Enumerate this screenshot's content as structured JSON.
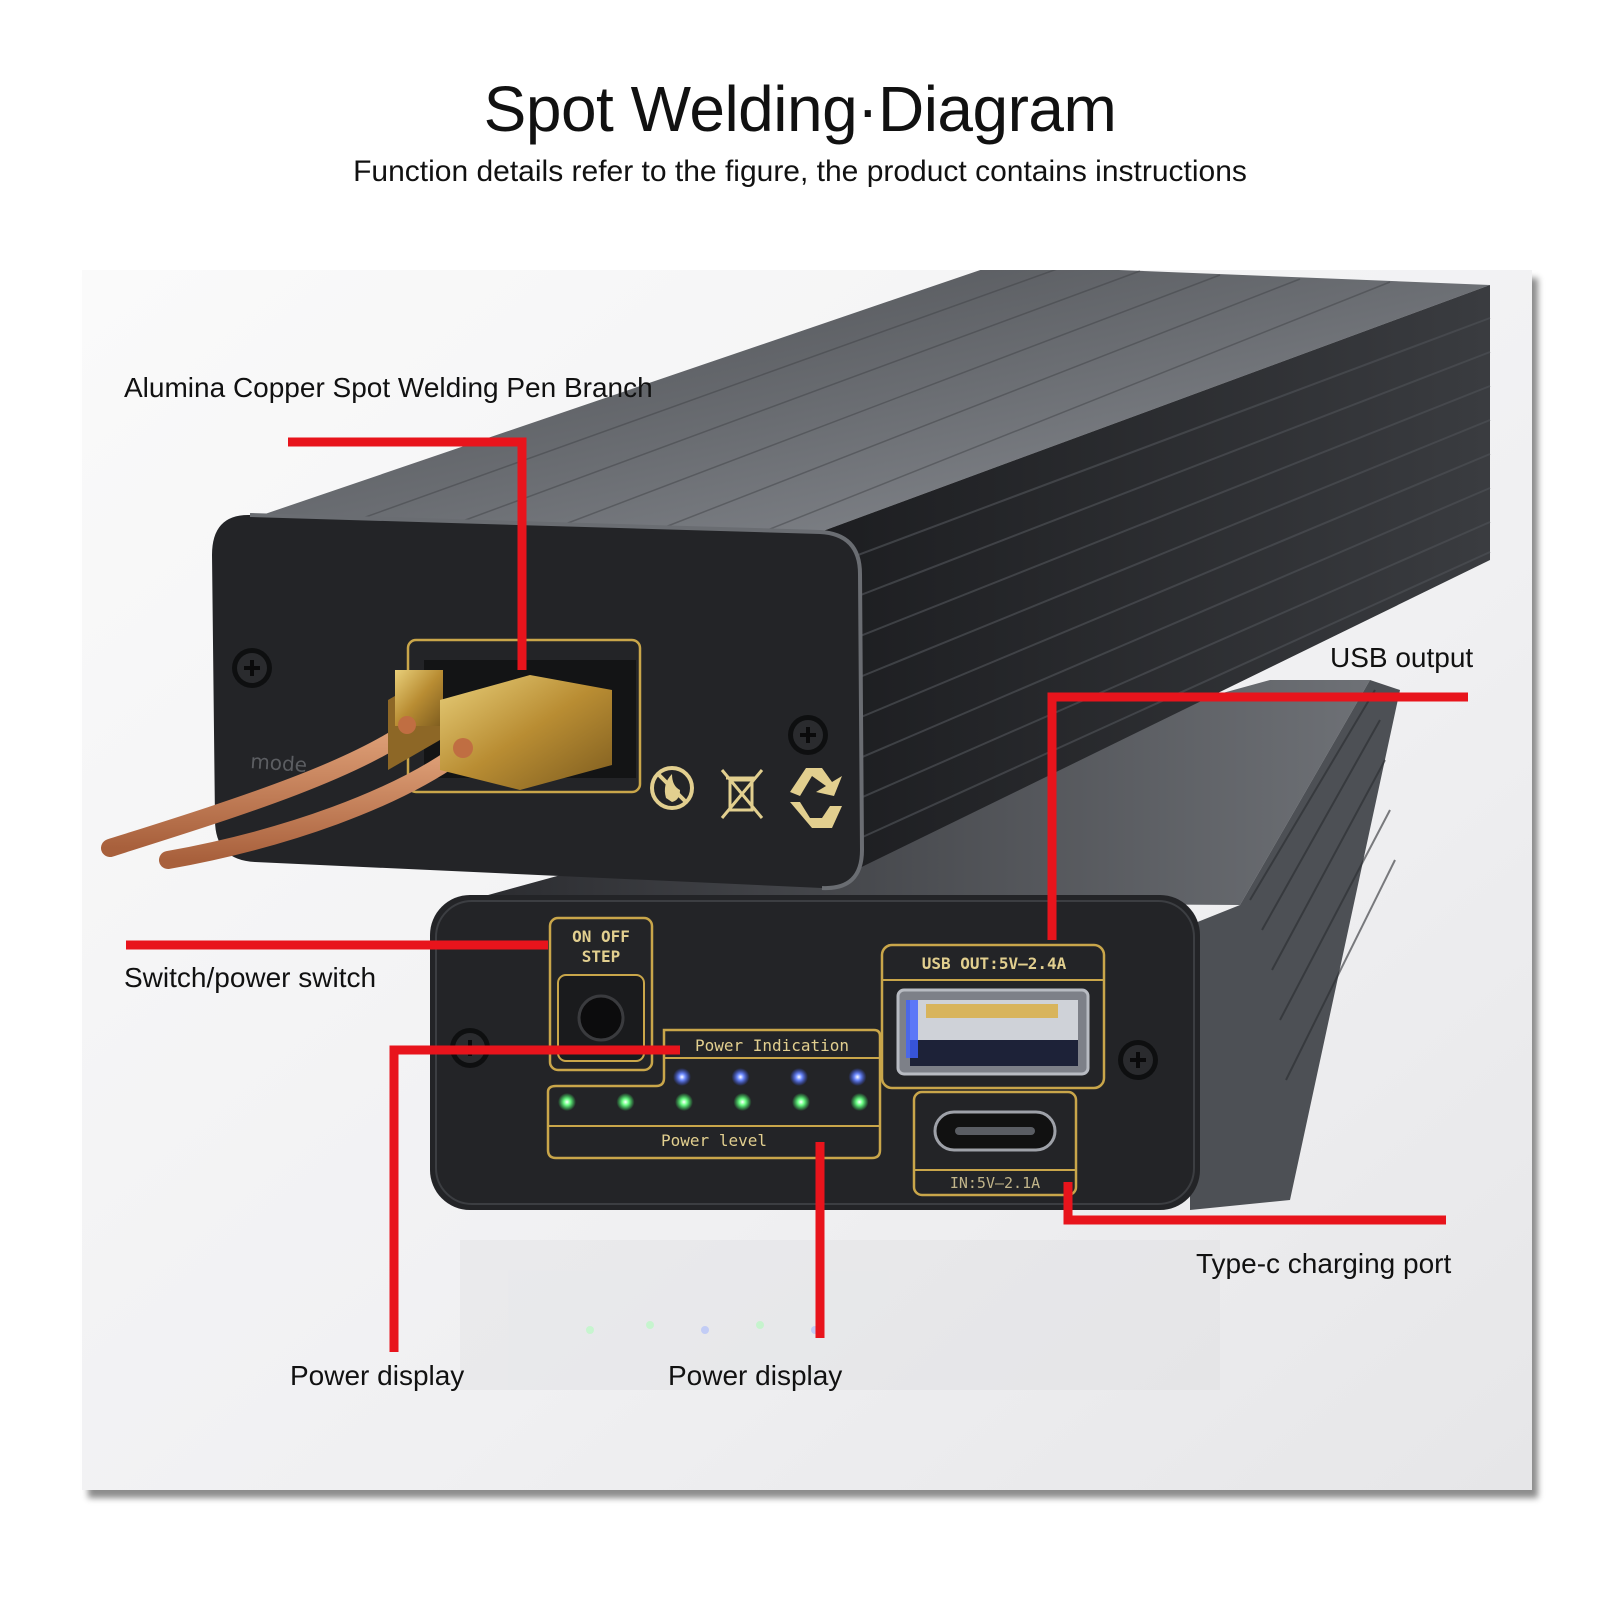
{
  "header": {
    "title": "Spot Welding·Diagram",
    "subtitle": "Function details refer to the figure, the product contains instructions"
  },
  "device": {
    "model_text": "mode",
    "switch_top": "ON OFF",
    "switch_bottom": "STEP",
    "power_indication": "Power Indication",
    "power_level": "Power level",
    "usb_rating": "USB OUT:5V–2.4A",
    "typec_rating": "IN:5V–2.1A",
    "blue_led_count": 4,
    "green_led_count": 6
  },
  "callouts": {
    "pen_branch": "Alumina Copper Spot Welding Pen Branch",
    "usb_output": "USB output",
    "power_switch": "Switch/power switch",
    "typec_port": "Type-c charging port",
    "power_display_1": "Power display",
    "power_display_2": "Power display"
  },
  "colors": {
    "callout_line": "#e8141c",
    "gold_trim": "#c9a64a",
    "body_dark": "#2c2e31",
    "blue_led": "#4a6cff",
    "green_led": "#5dff7a"
  },
  "icons": [
    "recycle-icon",
    "waste-bin-icon",
    "no-fire-icon",
    "screw-icon"
  ]
}
